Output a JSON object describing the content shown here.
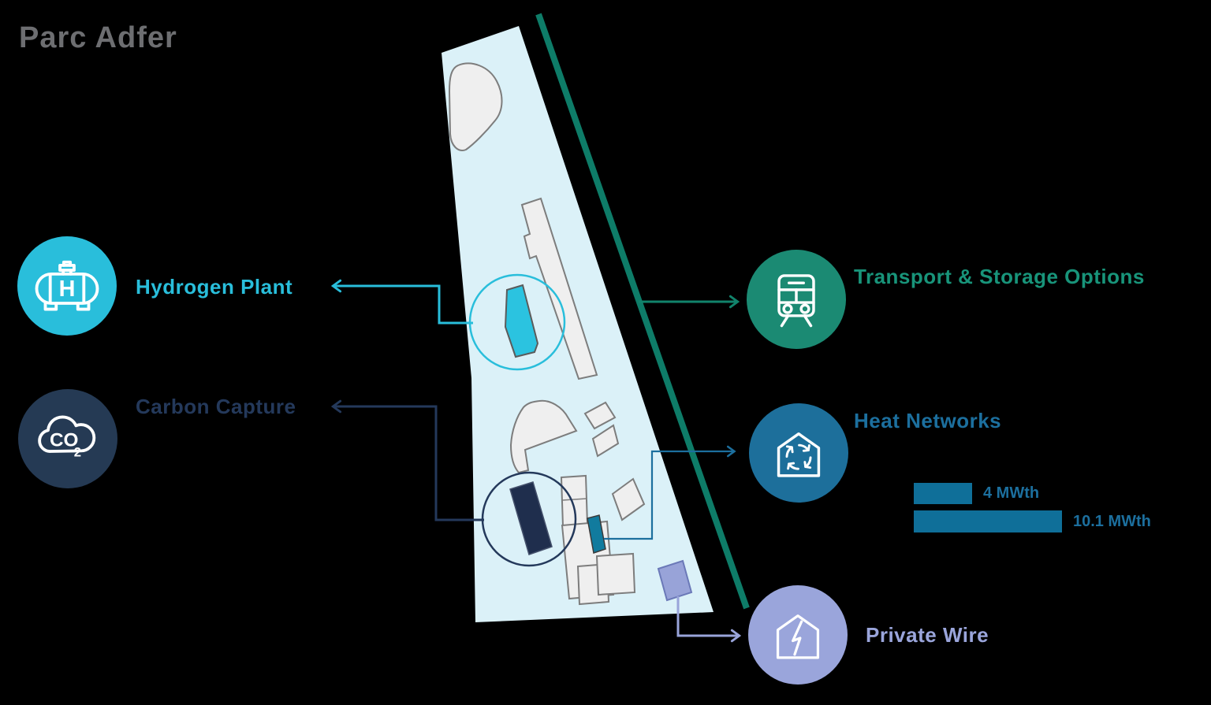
{
  "title": "Parc Adfer",
  "title_color": "#6D6E71",
  "nodes": {
    "hydrogen": {
      "label": "Hydrogen Plant",
      "icon": "hydrogen-tank-icon",
      "icon_letter": "H",
      "color": "#29BEDB"
    },
    "carbon": {
      "label": "Carbon Capture",
      "icon": "co2-cloud-icon",
      "icon_text": "CO",
      "icon_subscript": "2",
      "color": "#253A54"
    },
    "transport": {
      "label": "Transport & Storage Options",
      "icon": "train-icon",
      "color": "#1B8A73"
    },
    "heat": {
      "label": "Heat Networks",
      "icon": "heat-recirculation-house-icon",
      "color": "#1D6F9B"
    },
    "private_wire": {
      "label": "Private Wire",
      "icon": "lightning-house-icon",
      "color": "#9AA5DB"
    }
  },
  "map": {
    "area_color": "#DBF1F8",
    "building_color": "#EFEFEF",
    "building_stroke": "#7D7D7D",
    "railway_color": "#0E7C68",
    "highlight_buildings": {
      "hydrogen_plant": "#2BC3E0",
      "carbon_capture": "#1F2E4D",
      "heat_source": "#117B9E",
      "private_wire": "#98A3D8"
    },
    "connector_colors": {
      "hydrogen": "#29BEDB",
      "carbon": "#24395B",
      "transport": "#11836B",
      "heat": "#1C6F9E",
      "private_wire": "#99A4DA"
    }
  },
  "chart_data": {
    "type": "bar",
    "orientation": "horizontal",
    "context": "Heat Networks",
    "values": [
      4,
      10.1
    ],
    "unit": "MWth",
    "value_labels": [
      "4 MWth",
      "10.1 MWth"
    ],
    "bar_color": "#0F6F99",
    "label_color": "#1C6F9E",
    "legend": false,
    "axes": false
  }
}
